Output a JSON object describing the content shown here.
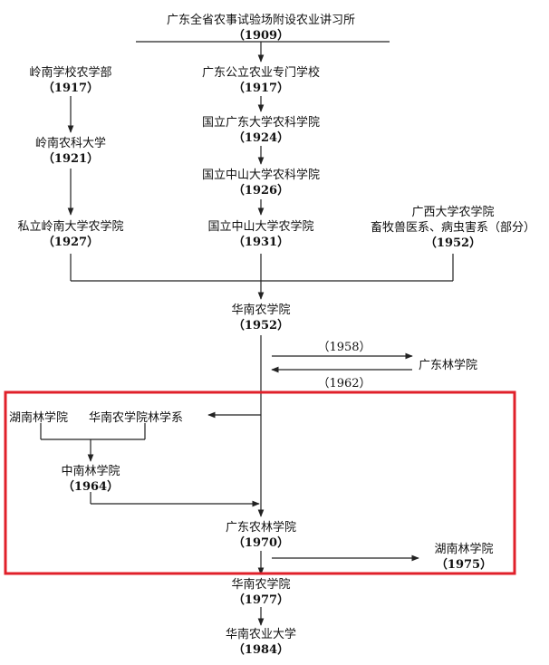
{
  "nodes": {
    "n1909": {
      "name": "广东全省农事试验场附设农业讲习所",
      "year": "（1909）"
    },
    "n1917a": {
      "name": "岭南学校农学部",
      "year": "（1917）"
    },
    "n1917b": {
      "name": "广东公立农业专门学校",
      "year": "（1917）"
    },
    "n1924": {
      "name": "国立广东大学农科学院",
      "year": "（1924）"
    },
    "n1921": {
      "name": "岭南农科大学",
      "year": "（1921）"
    },
    "n1926": {
      "name": "国立中山大学农科学院",
      "year": "（1926）"
    },
    "n1927": {
      "name": "私立岭南大学农学院",
      "year": "（1927）"
    },
    "n1931": {
      "name": "国立中山大学农学院",
      "year": "（1931）"
    },
    "gx": {
      "name": "广西大学农学院",
      "name2": "畜牧兽医系、病虫害系（部分）",
      "year": "（1952）"
    },
    "n1952": {
      "name": "华南农学院",
      "year": "（1952）"
    },
    "gdlxy": {
      "name": "广东林学院"
    },
    "hunan1": {
      "name": "湖南林学院"
    },
    "hnnxlx": {
      "name": "华南农学院林学系"
    },
    "zn1964": {
      "name": "中南林学院",
      "year": "（1964）"
    },
    "gd1970": {
      "name": "广东农林学院",
      "year": "（1970）"
    },
    "hunan2": {
      "name": "湖南林学院",
      "year": "（1975）"
    },
    "n1977": {
      "name": "华南农学院",
      "year": "（1977）"
    },
    "n1984": {
      "name": "华南农业大学",
      "year": "（1984）"
    }
  },
  "edge_labels": {
    "y1958": "（1958）",
    "y1962": "（1962）"
  },
  "highlight_color": "#e0202a",
  "line_color": "#222222"
}
